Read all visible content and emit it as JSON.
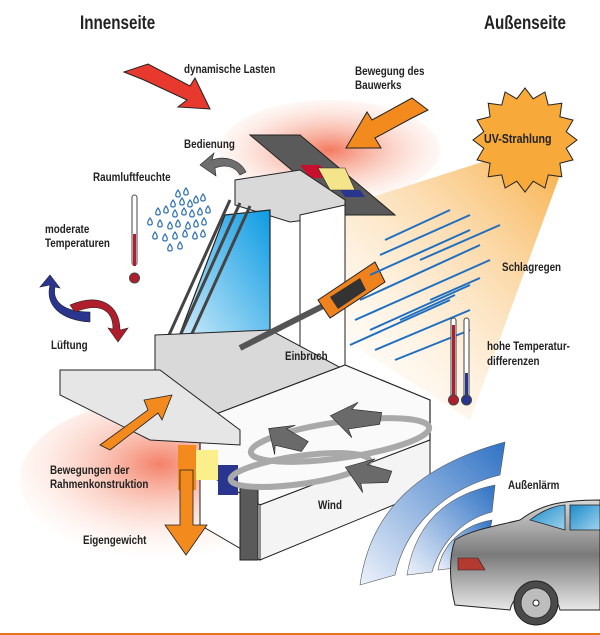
{
  "headings": {
    "inside": "Innenseite",
    "outside": "Außenseite"
  },
  "labels": {
    "dynamic_loads": "dynamische Lasten",
    "building_movement_1": "Bewegung des",
    "building_movement_2": "Bauwerks",
    "operation": "Bedienung",
    "uv_radiation": "UV-Strahlung",
    "room_humidity": "Raumluftfeuchte",
    "moderate_temp_1": "moderate",
    "moderate_temp_2": "Temperaturen",
    "driving_rain": "Schlagregen",
    "ventilation": "Lüftung",
    "burglary": "Einbruch",
    "high_temp_diff_1": "hohe Temperatur-",
    "high_temp_diff_2": "differenzen",
    "frame_movement_1": "Bewegungen der",
    "frame_movement_2": "Rahmenkonstruktion",
    "wind": "Wind",
    "outside_noise": "Außenlärm",
    "dead_weight": "Eigengewicht"
  },
  "colors": {
    "red_arrow": "#e8392f",
    "orange_arrow": "#f28a1e",
    "sun": "#f7a93a",
    "rain": "#1f6fc0",
    "thermo_red": "#b01e2e",
    "thermo_blue": "#2a3590",
    "glass": "#2aa8e8",
    "footer_line": "#e8731f"
  }
}
